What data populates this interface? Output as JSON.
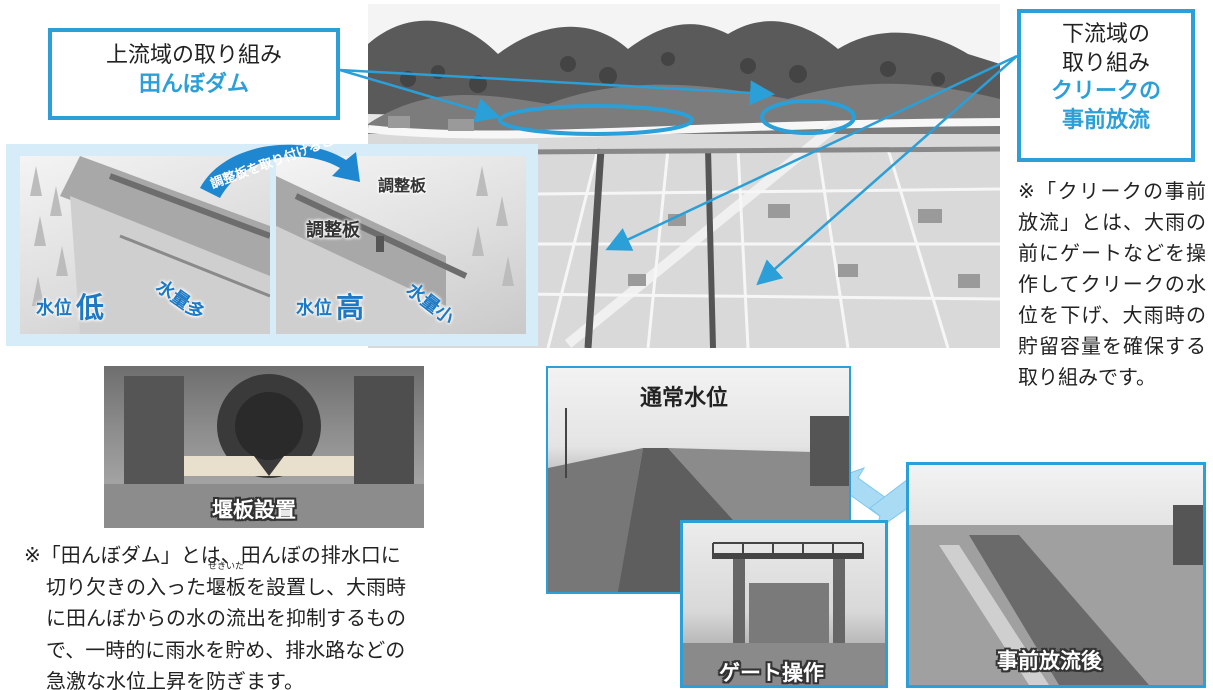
{
  "upstream": {
    "title": "上流域の取り組み",
    "highlight": "田んぼダム"
  },
  "downstream": {
    "line1": "下流域の",
    "line2": "取り組み",
    "highlight1": "クリークの",
    "highlight2": "事前放流"
  },
  "creek_note": "※「クリークの事前放流」とは、大雨の前にゲートなどを操作してクリークの水位を下げ、大雨時の貯留容量を確保する取り組みです。",
  "paddy_diagram": {
    "arrow_text": "調整板を取り付けると…",
    "left": {
      "water_level": "水位",
      "water_level_state": "低",
      "flow": "水量多"
    },
    "right": {
      "board_top": "調整板",
      "board_mid": "調整板",
      "water_level": "水位",
      "water_level_state": "高",
      "flow": "水量小"
    }
  },
  "photos": {
    "weir": "堰板設置",
    "normal_level": "通常水位",
    "gate_operation": "ゲート操作",
    "after_release": "事前放流後"
  },
  "tanbo_note": {
    "line1": "※「田んぼダム」とは、田んぼの排水口に",
    "line2_pre": "切り欠きの入った",
    "line2_word": "堰板",
    "line2_ruby": "せきいた",
    "line2_post": "を設置し、大雨時",
    "line3": "に田んぼからの水の流出を抑制するもの",
    "line4": "で、一時的に雨水を貯め、排水路などの",
    "line5": "急激な水位上昇を防ぎます。"
  },
  "colors": {
    "accent": "#2a9fd8",
    "label_blue": "#1e79c4",
    "panel_bg": "#d6ecf9"
  }
}
